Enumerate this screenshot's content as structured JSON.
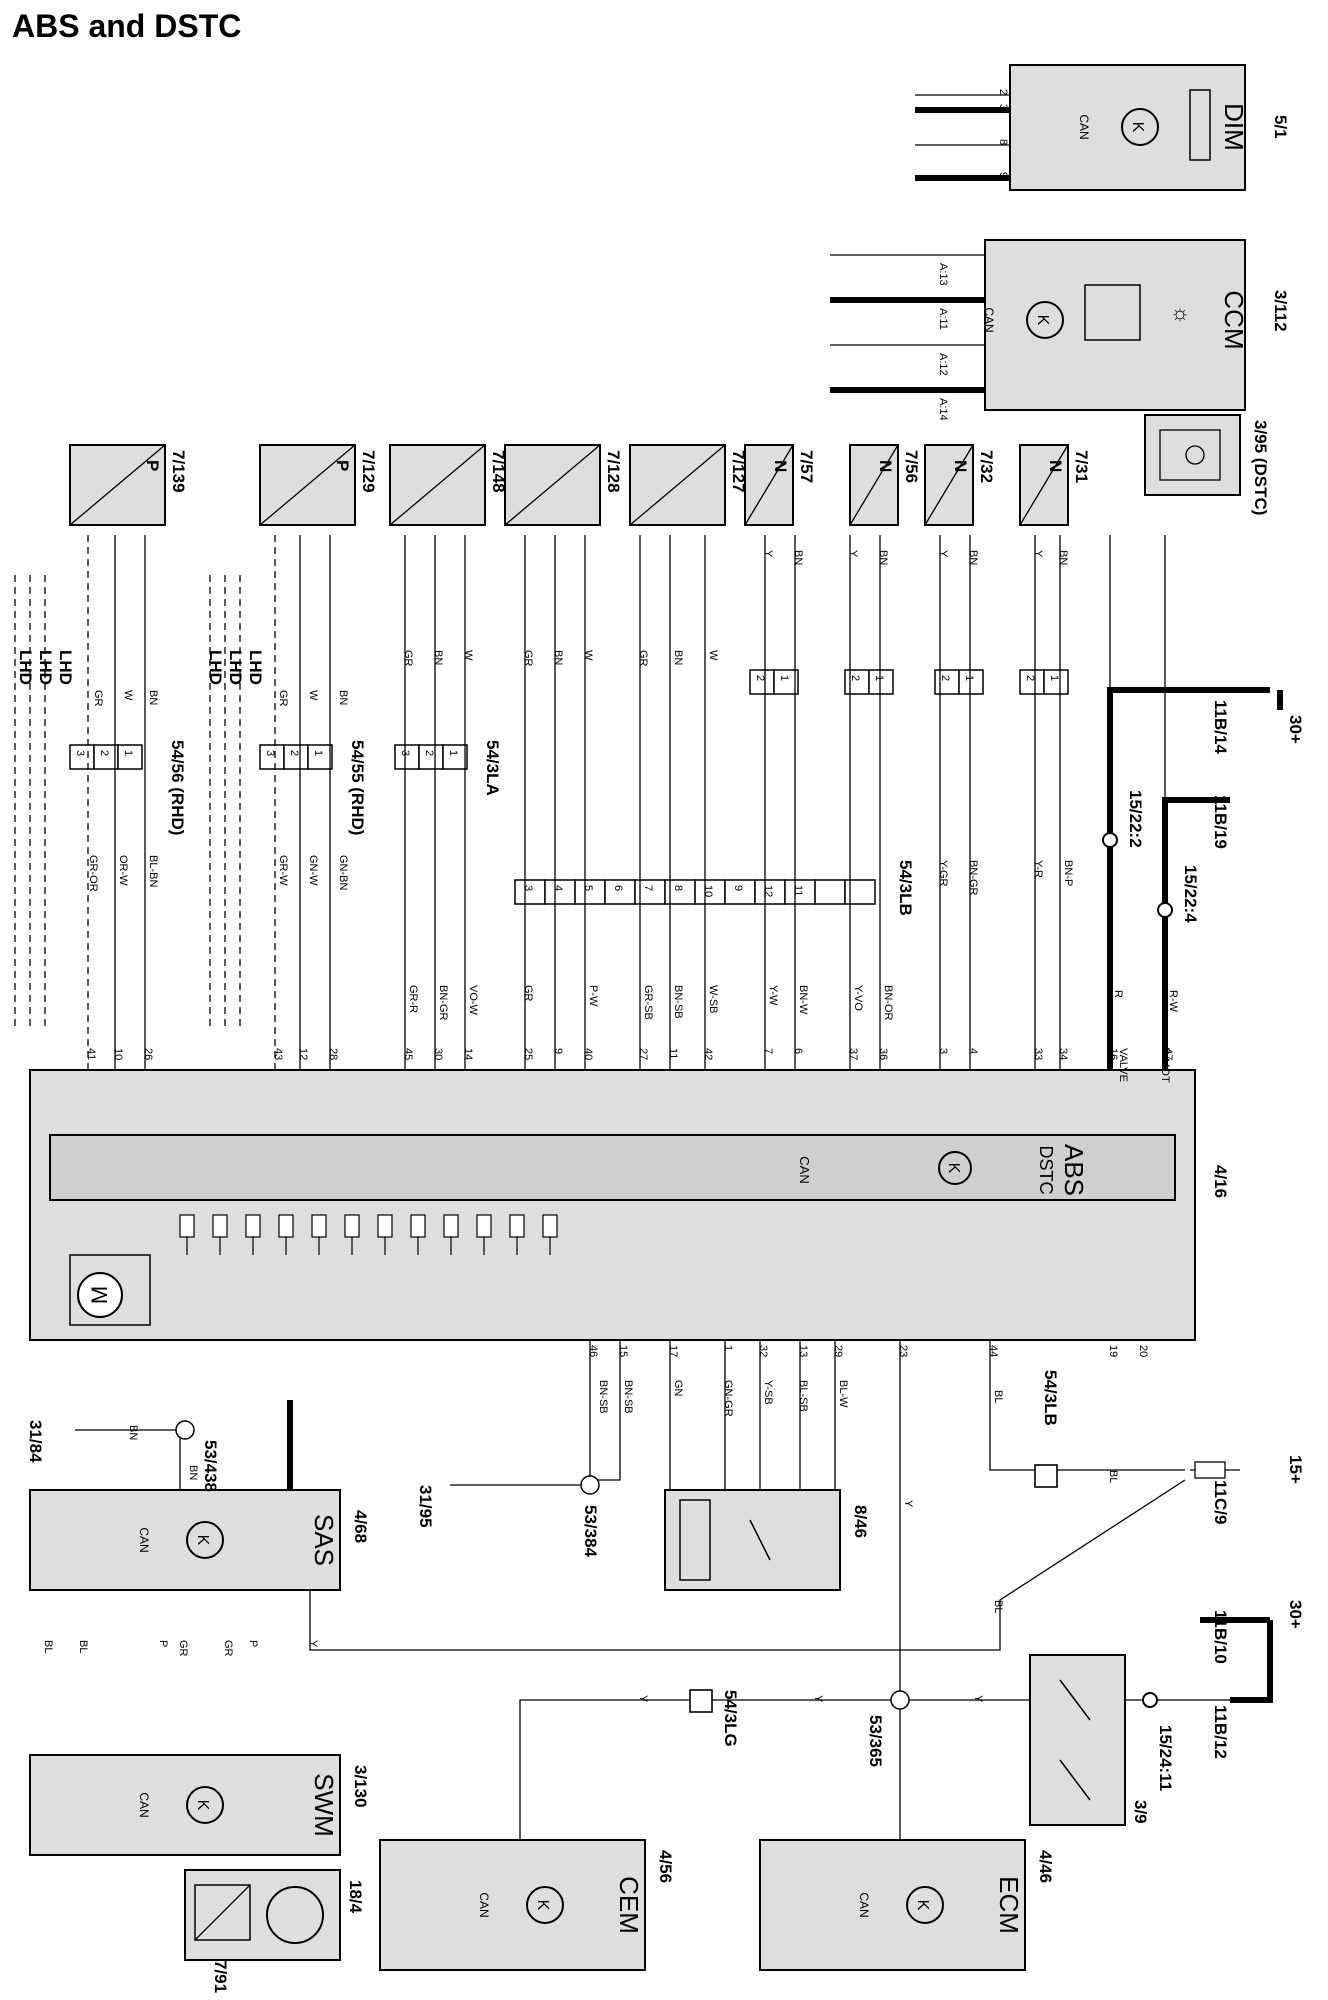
{
  "title": "ABS and DSTC",
  "modules": {
    "abs": {
      "ref": "4/16",
      "line1": "ABS",
      "line2": "DSTC",
      "can": "CAN",
      "valve": "VALVE",
      "pmot": "P-MOT"
    },
    "dim": {
      "ref": "5/1",
      "name": "DIM",
      "can": "CAN"
    },
    "ccm": {
      "ref": "3/112",
      "name": "CCM",
      "can": "CAN",
      "sub": "3/95 (DSTC)"
    },
    "sas": {
      "ref": "4/68",
      "name": "SAS",
      "can": "CAN"
    },
    "swm": {
      "ref": "3/130",
      "name": "SWM",
      "can": "CAN"
    },
    "cem": {
      "ref": "4/56",
      "name": "CEM",
      "can": "CAN"
    },
    "ecm": {
      "ref": "4/46",
      "name": "ECM",
      "can": "CAN"
    },
    "sw846": {
      "ref": "8/46"
    },
    "sw39": {
      "ref": "3/9"
    },
    "sw184": {
      "ref": "18/4"
    },
    "s791": {
      "ref": "7/91"
    }
  },
  "sensors": [
    {
      "ref": "7/139",
      "letter": "P"
    },
    {
      "ref": "7/129",
      "letter": "P"
    },
    {
      "ref": "7/148",
      "letter": ""
    },
    {
      "ref": "7/128",
      "letter": ""
    },
    {
      "ref": "7/127",
      "letter": ""
    },
    {
      "ref": "7/57",
      "letter": "N"
    },
    {
      "ref": "7/56",
      "letter": "N"
    },
    {
      "ref": "7/32",
      "letter": "N"
    },
    {
      "ref": "7/31",
      "letter": "N"
    }
  ],
  "connectors": {
    "c5456": "54/56 (RHD)",
    "c5455": "54/55 (RHD)",
    "c543la": "54/3LA",
    "c543lb": "54/3LB",
    "c543lb_b": "54/3LB",
    "c543lg": "54/3LG",
    "c53438": "53/438",
    "c53384": "53/384",
    "c53365": "53/365",
    "g3184": "31/84",
    "g3195": "31/95",
    "f11b14": "11B/14",
    "f11b19": "11B/19",
    "f11b10": "11B/10",
    "f11b12": "11B/12",
    "f11c9": "11C/9",
    "s15222": "15/22:2",
    "s15224": "15/22:4",
    "s152411": "15/24:11",
    "p30a": "30+",
    "p30b": "30+",
    "p15": "15+",
    "lhd": "LHD"
  },
  "wire_colors": {
    "bn": "BN",
    "y": "Y",
    "w": "W",
    "gr": "GR",
    "r": "R",
    "bl": "BL",
    "gn": "GN",
    "p": "P",
    "bl_bn": "BL-BN",
    "or_w": "OR-W",
    "gr_or": "GR-OR",
    "gn_bn": "GN-BN",
    "gr_w": "GR-W",
    "gn_w": "GN-W",
    "gr_r": "GR-R",
    "bn_gr": "BN-GR",
    "vo_w": "VO-W",
    "p_w": "P-W",
    "gr_sb": "GR-SB",
    "bn_sb": "BN-SB",
    "w_sb": "W-SB",
    "y_w": "Y-W",
    "bn_w": "BN-W",
    "y_vo": "Y-VO",
    "bn_or": "BN-OR",
    "y_gr": "Y-GR",
    "y_r": "Y-R",
    "bn_p": "BN-P",
    "r_w": "R-W",
    "gn_gr": "GN-GR",
    "y_sb": "Y-SB",
    "bl_sb": "BL-SB",
    "bl_w": "BL-W"
  },
  "abs_pins": [
    "41",
    "10",
    "26",
    "43",
    "12",
    "28",
    "45",
    "30",
    "14",
    "25",
    "9",
    "40",
    "27",
    "11",
    "42",
    "7",
    "6",
    "37",
    "36",
    "3",
    "4",
    "33",
    "34",
    "16",
    "47"
  ],
  "abs_pins_bottom": [
    "46",
    "15",
    "17",
    "1",
    "32",
    "13",
    "29",
    "23",
    "44",
    "19",
    "20"
  ],
  "ccm_pins": [
    "A:13",
    "A:11",
    "A:12",
    "A:14"
  ],
  "dim_pins": [
    "2",
    "3",
    "8",
    "9"
  ]
}
